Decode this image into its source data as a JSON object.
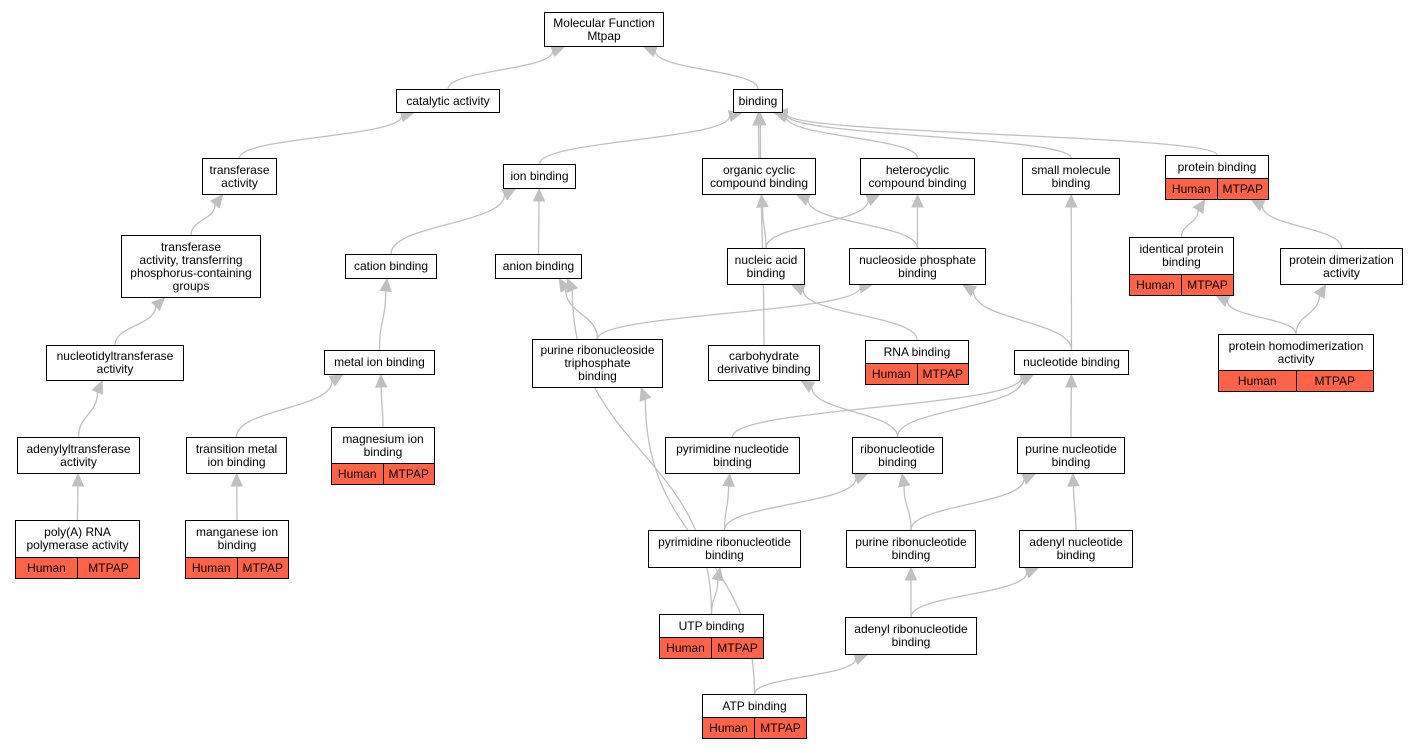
{
  "annotation": {
    "species": "Human",
    "gene": "MTPAP",
    "color": "#ff6347"
  },
  "edge_color": "#c0c0c0",
  "nodes": [
    {
      "id": "mf",
      "label": "Molecular Function\nMtpap"
    },
    {
      "id": "catalytic",
      "label": "catalytic activity"
    },
    {
      "id": "binding",
      "label": "binding"
    },
    {
      "id": "transferase",
      "label": "transferase\nactivity"
    },
    {
      "id": "ion",
      "label": "ion binding"
    },
    {
      "id": "organic",
      "label": "organic cyclic\ncompound binding"
    },
    {
      "id": "heterocyclic",
      "label": "heterocyclic\ncompound binding"
    },
    {
      "id": "smallmol",
      "label": "small molecule\nbinding"
    },
    {
      "id": "protein",
      "label": "protein binding",
      "annotated": true
    },
    {
      "id": "transP",
      "label": "transferase\nactivity, transferring\nphosphorus-containing\ngroups"
    },
    {
      "id": "cation",
      "label": "cation binding"
    },
    {
      "id": "anion",
      "label": "anion binding"
    },
    {
      "id": "nucacid",
      "label": "nucleic acid\nbinding"
    },
    {
      "id": "nsp",
      "label": "nucleoside phosphate\nbinding"
    },
    {
      "id": "identical",
      "label": "identical protein\nbinding",
      "annotated": true
    },
    {
      "id": "dimer",
      "label": "protein dimerization\nactivity"
    },
    {
      "id": "nuctrans",
      "label": "nucleotidyltransferase\nactivity"
    },
    {
      "id": "metal",
      "label": "metal ion binding"
    },
    {
      "id": "prnt",
      "label": "purine ribonucleoside\ntriphosphate\nbinding"
    },
    {
      "id": "carbo",
      "label": "carbohydrate\nderivative binding"
    },
    {
      "id": "rna",
      "label": "RNA binding",
      "annotated": true
    },
    {
      "id": "nucleotide",
      "label": "nucleotide binding"
    },
    {
      "id": "homodimer",
      "label": "protein homodimerization\nactivity",
      "annotated": true
    },
    {
      "id": "adenylyl",
      "label": "adenylyltransferase\nactivity"
    },
    {
      "id": "transmetal",
      "label": "transition metal\nion binding"
    },
    {
      "id": "magnesium",
      "label": "magnesium ion\nbinding",
      "annotated": true
    },
    {
      "id": "pyrnuc",
      "label": "pyrimidine nucleotide\nbinding"
    },
    {
      "id": "ribonuc",
      "label": "ribonucleotide\nbinding"
    },
    {
      "id": "purnuc",
      "label": "purine nucleotide\nbinding"
    },
    {
      "id": "polya",
      "label": "poly(A) RNA\npolymerase activity",
      "annotated": true
    },
    {
      "id": "manganese",
      "label": "manganese ion\nbinding",
      "annotated": true
    },
    {
      "id": "pyrribo",
      "label": "pyrimidine ribonucleotide\nbinding"
    },
    {
      "id": "purribo",
      "label": "purine ribonucleotide\nbinding"
    },
    {
      "id": "adenylnuc",
      "label": "adenyl nucleotide\nbinding"
    },
    {
      "id": "utp",
      "label": "UTP binding",
      "annotated": true
    },
    {
      "id": "adenylribo",
      "label": "adenyl ribonucleotide\nbinding"
    },
    {
      "id": "atp",
      "label": "ATP binding",
      "annotated": true
    }
  ],
  "edges": [
    [
      "catalytic",
      "mf"
    ],
    [
      "binding",
      "mf"
    ],
    [
      "transferase",
      "catalytic"
    ],
    [
      "transP",
      "transferase"
    ],
    [
      "nuctrans",
      "transP"
    ],
    [
      "adenylyl",
      "nuctrans"
    ],
    [
      "polya",
      "adenylyl"
    ],
    [
      "ion",
      "binding"
    ],
    [
      "organic",
      "binding"
    ],
    [
      "heterocyclic",
      "binding"
    ],
    [
      "smallmol",
      "binding"
    ],
    [
      "protein",
      "binding"
    ],
    [
      "carbo",
      "binding"
    ],
    [
      "cation",
      "ion"
    ],
    [
      "anion",
      "ion"
    ],
    [
      "metal",
      "cation"
    ],
    [
      "transmetal",
      "metal"
    ],
    [
      "magnesium",
      "metal"
    ],
    [
      "manganese",
      "transmetal"
    ],
    [
      "nucacid",
      "organic"
    ],
    [
      "nucacid",
      "heterocyclic"
    ],
    [
      "nsp",
      "organic"
    ],
    [
      "nsp",
      "heterocyclic"
    ],
    [
      "rna",
      "nucacid"
    ],
    [
      "prnt",
      "anion"
    ],
    [
      "prnt",
      "nsp"
    ],
    [
      "nucleotide",
      "nsp"
    ],
    [
      "nucleotide",
      "smallmol"
    ],
    [
      "identical",
      "protein"
    ],
    [
      "dimer",
      "protein"
    ],
    [
      "homodimer",
      "identical"
    ],
    [
      "homodimer",
      "dimer"
    ],
    [
      "pyrnuc",
      "nucleotide"
    ],
    [
      "ribonuc",
      "nucleotide"
    ],
    [
      "purnuc",
      "nucleotide"
    ],
    [
      "ribonuc",
      "carbo"
    ],
    [
      "pyrribo",
      "pyrnuc"
    ],
    [
      "pyrribo",
      "ribonuc"
    ],
    [
      "purribo",
      "ribonuc"
    ],
    [
      "purribo",
      "purnuc"
    ],
    [
      "adenylnuc",
      "purnuc"
    ],
    [
      "utp",
      "pyrribo"
    ],
    [
      "utp",
      "anion"
    ],
    [
      "adenylribo",
      "purribo"
    ],
    [
      "adenylribo",
      "adenylnuc"
    ],
    [
      "atp",
      "prnt"
    ],
    [
      "atp",
      "adenylribo"
    ]
  ]
}
